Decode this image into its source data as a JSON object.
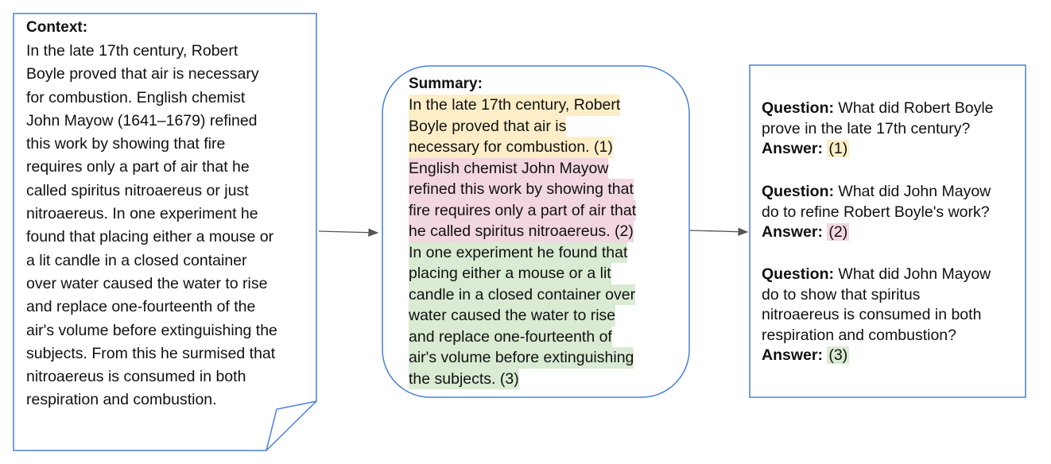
{
  "context": {
    "heading": "Context:",
    "lines": [
      "In the late 17th century, Robert",
      "Boyle proved that air is necessary",
      "for combustion. English chemist",
      "John Mayow (1641–1679) refined",
      "this work by showing that fire",
      "requires only a part of air that he",
      "called spiritus nitroaereus or just",
      "nitroaereus. In one experiment he",
      "found that placing either a mouse or",
      "a lit candle in a closed container",
      "over water caused the water to rise",
      "and replace one-fourteenth of the",
      "air's volume before extinguishing the",
      "subjects. From this he surmised that",
      "nitroaereus is consumed in both",
      "respiration and combustion."
    ]
  },
  "summary": {
    "heading": "Summary:",
    "lines": [
      "In the late 17th century, Robert",
      "Boyle proved that air is",
      "necessary for combustion. (1)",
      "English chemist John Mayow",
      "refined this work by showing that",
      "fire requires only a part of air that",
      "he called spiritus nitroaereus. (2)",
      "In one experiment he found that",
      "placing either a mouse or a lit",
      "candle in a closed container over",
      "water caused the water to rise",
      "and replace one-fourteenth of",
      "air's volume before extinguishing",
      "the subjects. (3)"
    ]
  },
  "qa": [
    {
      "question_label": "Question:",
      "question_lines": [
        " What did Robert Boyle",
        "prove in the late 17th century?"
      ],
      "answer_label": "Answer:",
      "answer": "(1)"
    },
    {
      "question_label": "Question:",
      "question_lines": [
        " What did John Mayow",
        "do to refine Robert Boyle's work?"
      ],
      "answer_label": "Answer:",
      "answer": "(2)"
    },
    {
      "question_label": "Question:",
      "question_lines": [
        " What did John Mayow",
        "do to show that spiritus",
        "nitroaereus is consumed in both",
        "respiration and combustion?"
      ],
      "answer_label": "Answer:",
      "answer": "(3)"
    }
  ],
  "colors": {
    "border": "#4a7fd6",
    "highlight_1": "#fdeec8",
    "highlight_2": "#f2d6e1",
    "highlight_3": "#d9ebd3",
    "arrow": "#555555"
  }
}
